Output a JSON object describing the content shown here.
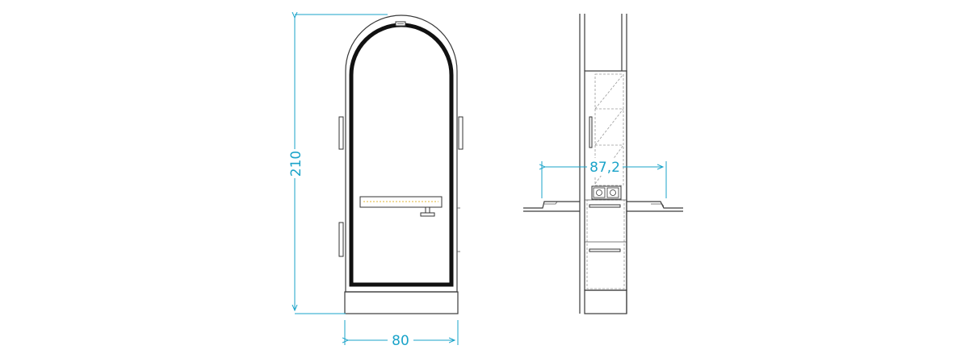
{
  "dimensions": {
    "height": "210",
    "width": "80",
    "depth": "87,2"
  },
  "colors": {
    "dimension": "#1aa3c9",
    "outline": "#3a3a3a",
    "mirror_frame": "#111111",
    "led_strip": "#e8c35a"
  }
}
